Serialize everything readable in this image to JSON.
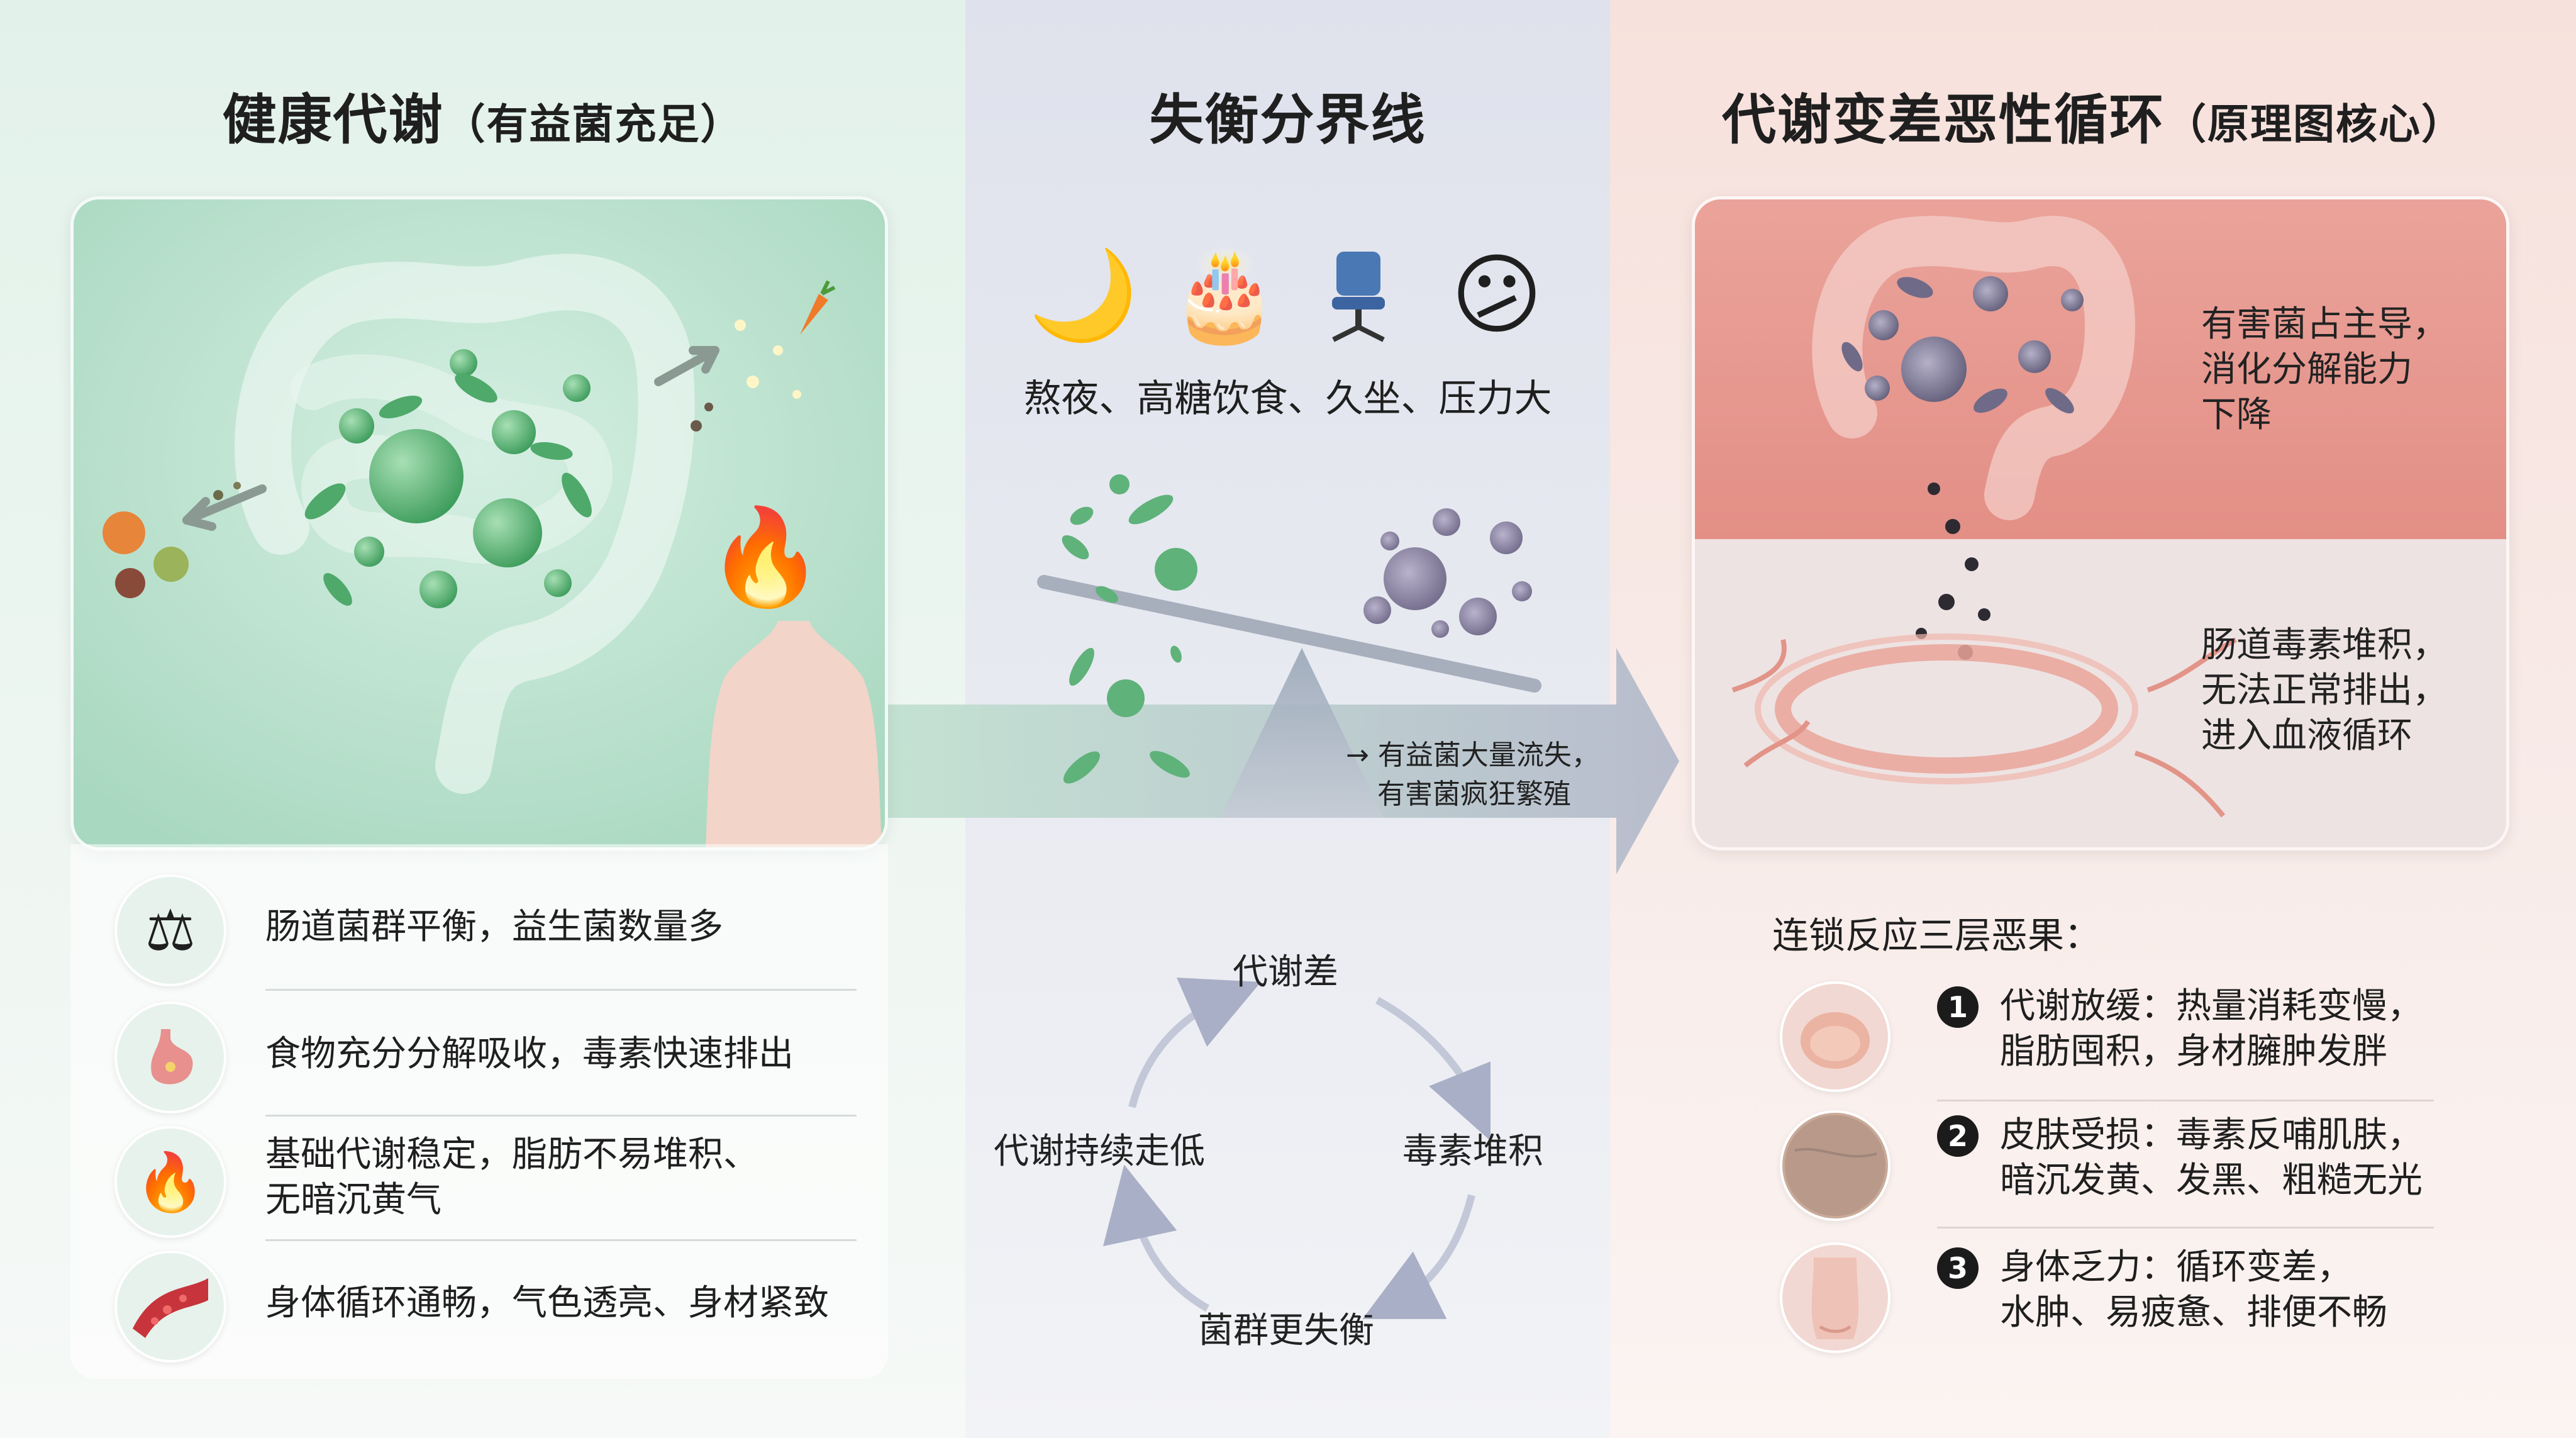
{
  "left": {
    "title": "健康代谢",
    "title_paren": "（有益菌充足）",
    "items": [
      {
        "text": "肠道菌群平衡，益生菌数量多",
        "icon": "balance-scale-icon"
      },
      {
        "text": "食物充分分解吸收，毒素快速排出",
        "icon": "stomach-icon"
      },
      {
        "text": "基础代谢稳定，脂肪不易堆积、",
        "text2": "无暗沉黄气",
        "icon": "flame-icon"
      },
      {
        "text": "身体循环通畅，气色透亮、身材紧致",
        "icon": "blood-vessel-icon"
      }
    ]
  },
  "middle": {
    "title": "失衡分界线",
    "triggers_caption": "熬夜、高糖饮食、久坐、压力大",
    "trigger_icons": [
      "moon-icon",
      "cake-icon",
      "office-chair-icon",
      "worried-face-icon"
    ],
    "seesaw_note_line1": "→ 有益菌大量流失，",
    "seesaw_note_line2": "有害菌疯狂繁殖",
    "cycle": [
      "代谢差",
      "毒素堆积",
      "菌群更失衡",
      "代谢持续走低"
    ]
  },
  "right": {
    "title": "代谢变差恶性循环",
    "title_paren": "（原理图核心）",
    "panel_top": [
      "有害菌占主导，",
      "消化分解能力",
      "下降"
    ],
    "panel_bottom": [
      "肠道毒素堆积，",
      "无法正常排出，",
      "进入血液循环"
    ],
    "chain_title": "连锁反应三层恶果：",
    "chain": [
      {
        "num": "1",
        "line1": "代谢放缓：热量消耗变慢，",
        "line2": "脂肪囤积，身材臃肿发胖",
        "icon": "belly-icon"
      },
      {
        "num": "2",
        "line1": "皮肤受损：毒素反哺肌肤，",
        "line2": "暗沉发黄、发黑、粗糙无光",
        "icon": "skin-icon"
      },
      {
        "num": "3",
        "line1": "身体乏力：循环变差，",
        "line2": "水肿、易疲惫、排便不畅",
        "icon": "body-icon"
      }
    ]
  },
  "colors": {
    "good_green": "#5fb27a",
    "bad_purple": "#6e6a86",
    "bad_red": "#e9a59a",
    "arrow_gray": "#a9afc6"
  }
}
